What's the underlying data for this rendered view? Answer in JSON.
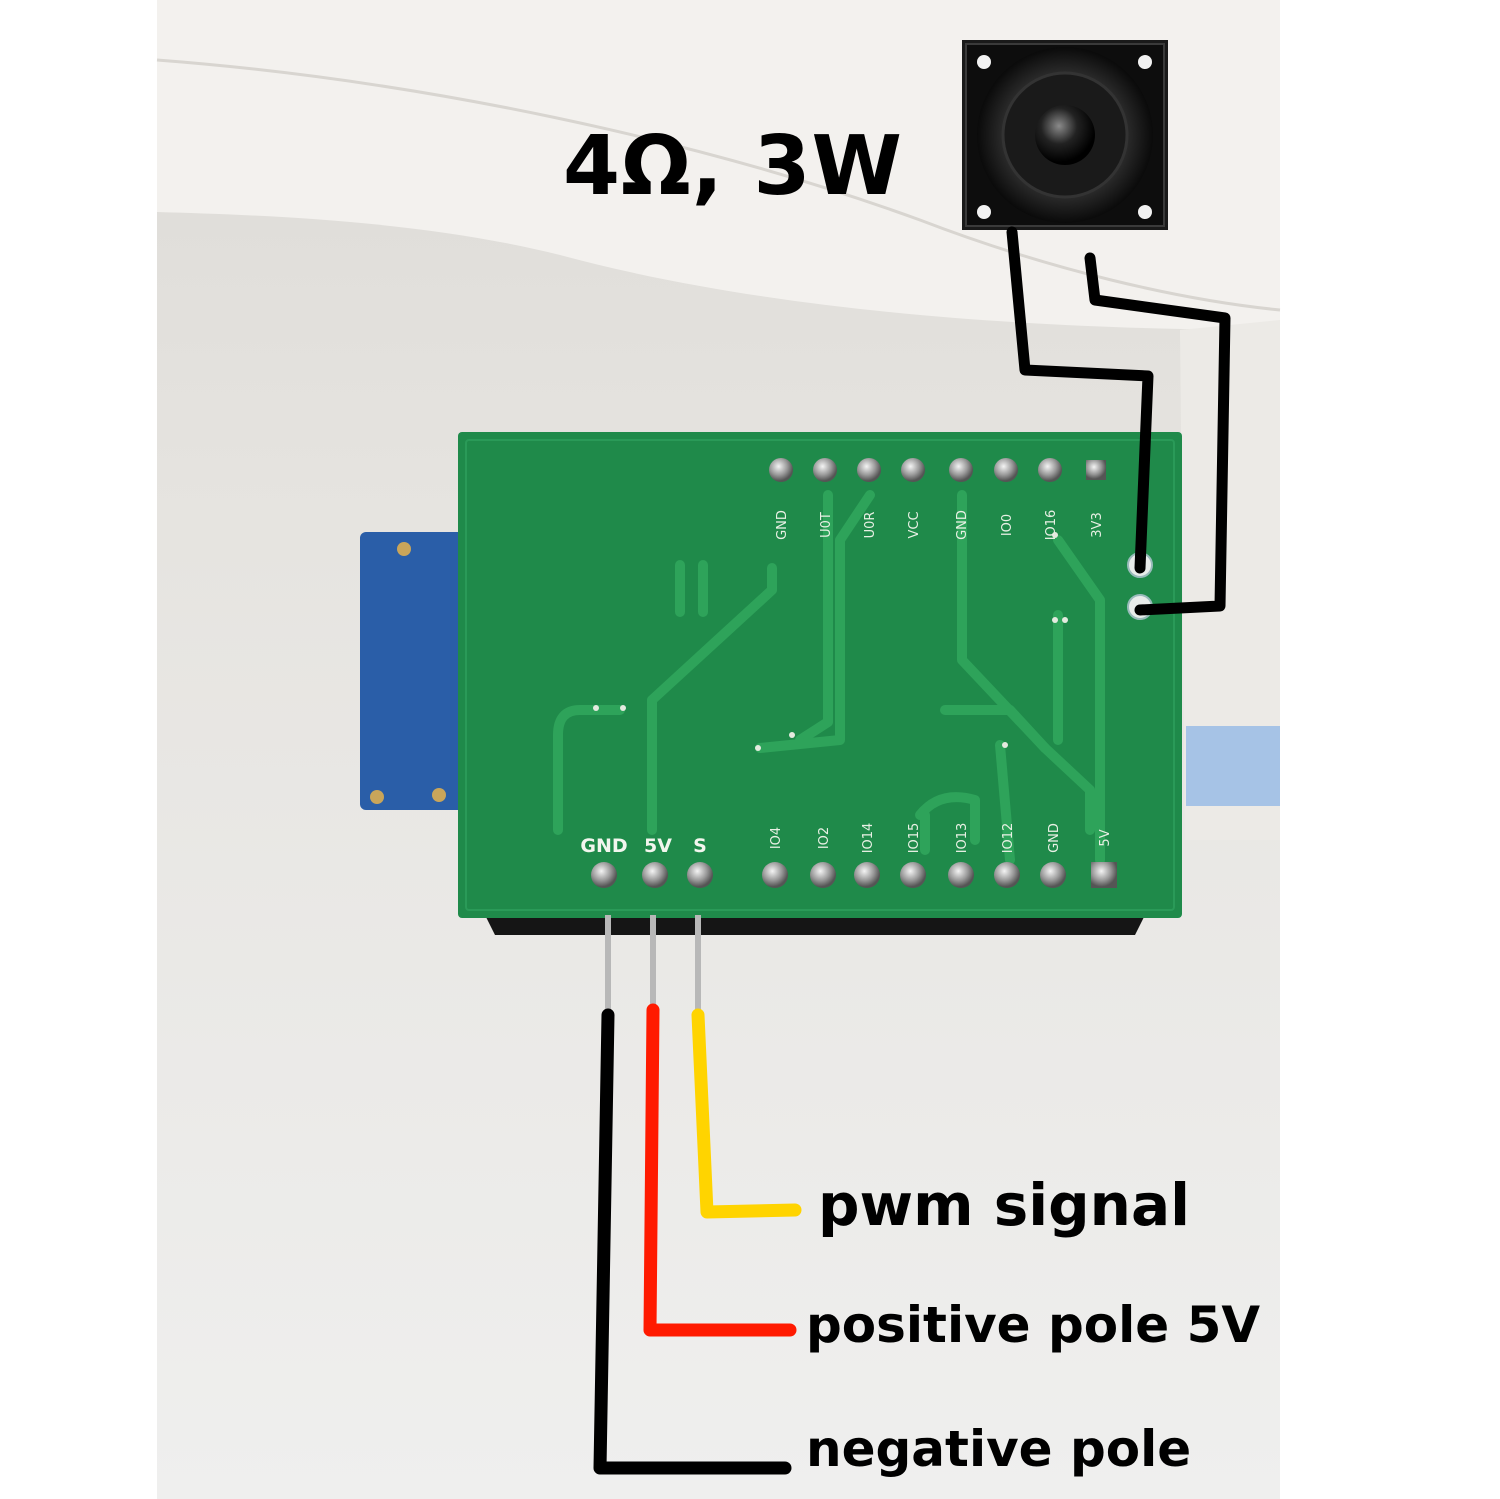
{
  "speaker_spec": "4Ω, 3W",
  "board_pins_top": [
    "GND",
    "U0T",
    "U0R",
    "VCC",
    "GND",
    "IO0",
    "IO16",
    "3V3"
  ],
  "board_pins_bottom_left": [
    "GND",
    "5V",
    "S"
  ],
  "board_pins_bottom_right": [
    "IO4",
    "IO2",
    "IO14",
    "IO15",
    "IO13",
    "IO12",
    "GND",
    "5V"
  ],
  "wires": [
    {
      "label": "pwm signal",
      "color": "#ffd400"
    },
    {
      "label": "positive pole 5V",
      "color": "#ff1a00"
    },
    {
      "label": "negative pole",
      "color": "#000000"
    }
  ],
  "colors": {
    "pcb": "#1f8a4a",
    "pcb_trace": "#2ea35a",
    "module": "#2a5ea8"
  }
}
